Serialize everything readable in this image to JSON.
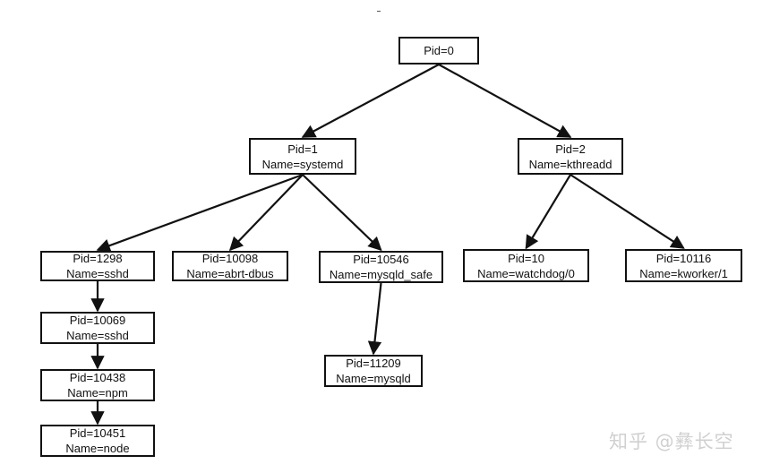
{
  "nodes": [
    {
      "id": "n0",
      "pid": "Pid=0",
      "name": ""
    },
    {
      "id": "n1",
      "pid": "Pid=1",
      "name": "Name=systemd"
    },
    {
      "id": "n2",
      "pid": "Pid=2",
      "name": "Name=kthreadd"
    },
    {
      "id": "n1298",
      "pid": "Pid=1298",
      "name": "Name=sshd"
    },
    {
      "id": "n10098",
      "pid": "Pid=10098",
      "name": "Name=abrt-dbus"
    },
    {
      "id": "n10546",
      "pid": "Pid=10546",
      "name": "Name=mysqld_safe"
    },
    {
      "id": "n10",
      "pid": "Pid=10",
      "name": "Name=watchdog/0"
    },
    {
      "id": "n10116",
      "pid": "Pid=10116",
      "name": "Name=kworker/1"
    },
    {
      "id": "n10069",
      "pid": "Pid=10069",
      "name": "Name=sshd"
    },
    {
      "id": "n11209",
      "pid": "Pid=11209",
      "name": "Name=mysqld"
    },
    {
      "id": "n10438",
      "pid": "Pid=10438",
      "name": "Name=npm"
    },
    {
      "id": "n10451",
      "pid": "Pid=10451",
      "name": "Name=node"
    }
  ],
  "edges": [
    [
      "n0",
      "n1"
    ],
    [
      "n0",
      "n2"
    ],
    [
      "n1",
      "n1298"
    ],
    [
      "n1",
      "n10098"
    ],
    [
      "n1",
      "n10546"
    ],
    [
      "n2",
      "n10"
    ],
    [
      "n2",
      "n10116"
    ],
    [
      "n1298",
      "n10069"
    ],
    [
      "n10069",
      "n10438"
    ],
    [
      "n10438",
      "n10451"
    ],
    [
      "n10546",
      "n11209"
    ]
  ],
  "watermark": "知乎 @彝长空",
  "colors": {
    "stroke": "#111111",
    "watermark": "#d0d0d0"
  }
}
